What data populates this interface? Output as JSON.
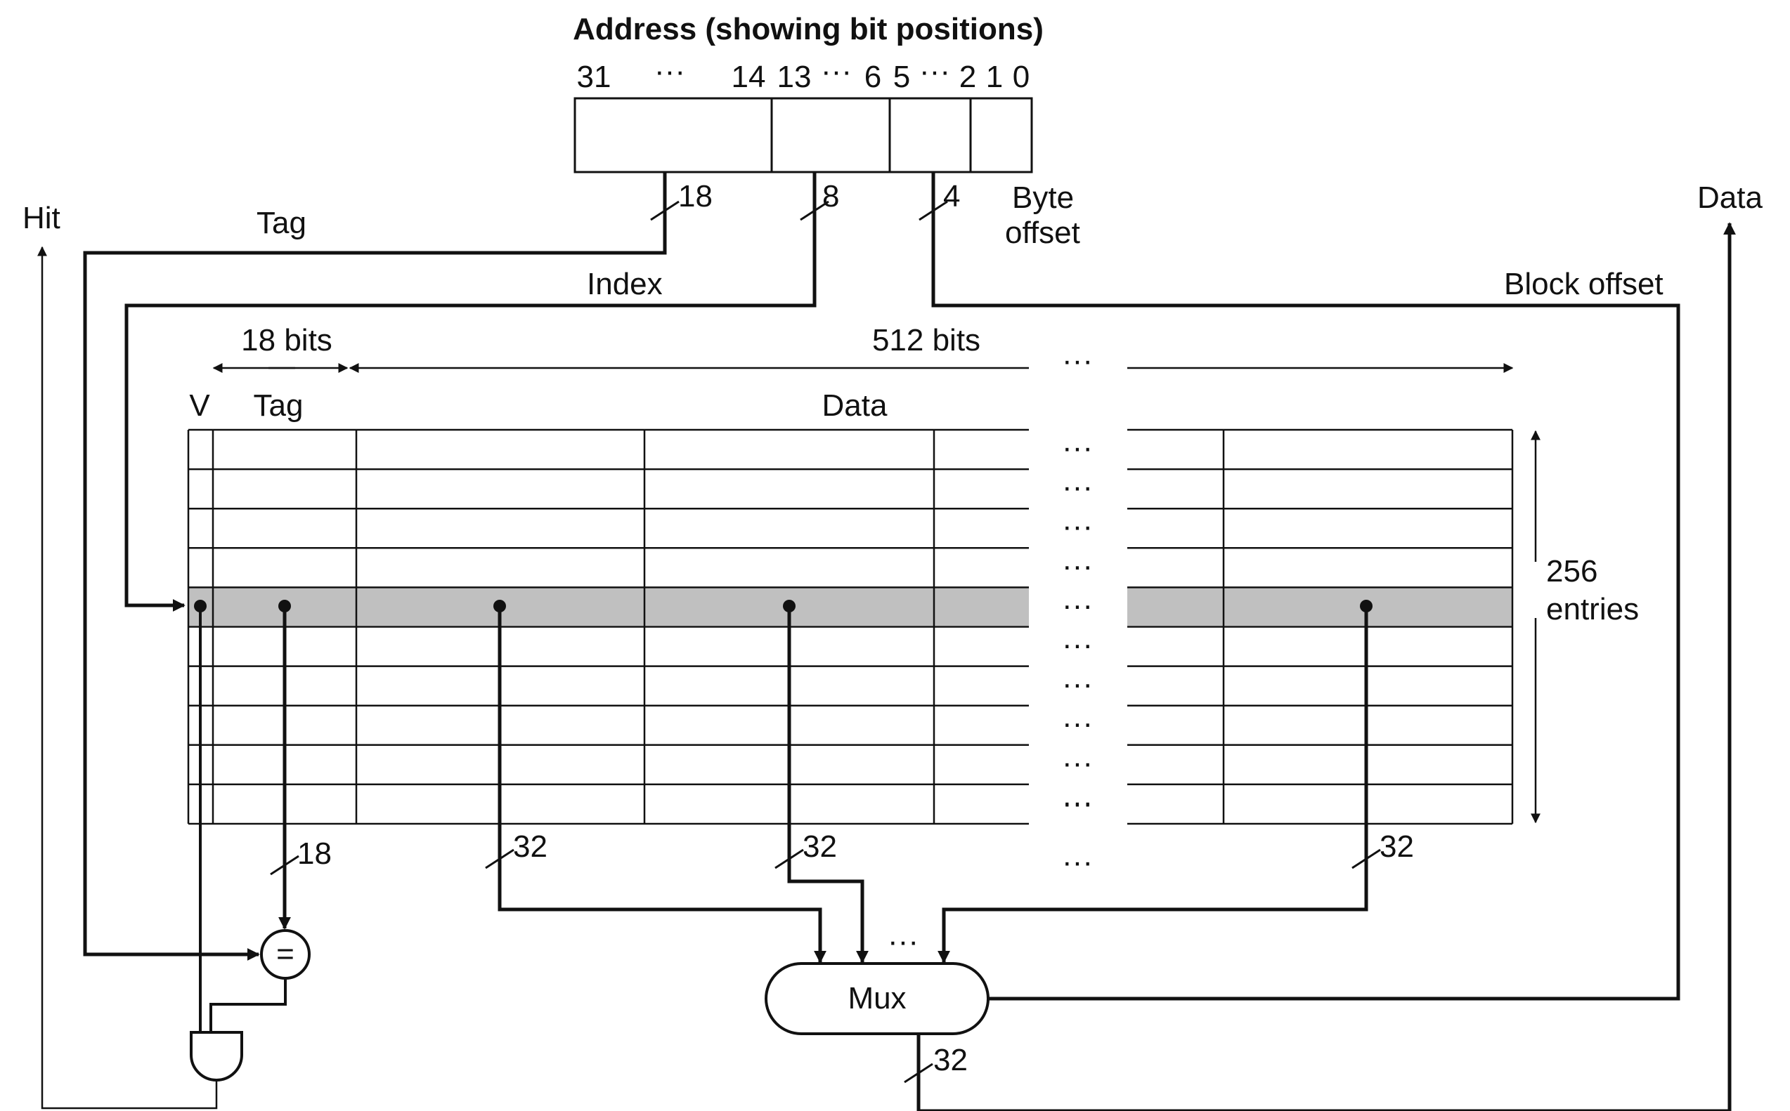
{
  "title": "Address (showing bit positions)",
  "address_bits": {
    "b31": "31",
    "dots1": "···",
    "b14": "14",
    "b13": "13",
    "dots2": "···",
    "b6": "6",
    "b5": "5",
    "dots3": "···",
    "b2": "2",
    "b1": "1",
    "b0": "0"
  },
  "field_widths": {
    "tag": "18",
    "index": "8",
    "block": "4"
  },
  "labels": {
    "hit": "Hit",
    "tag": "Tag",
    "index": "Index",
    "byte_offset_1": "Byte",
    "byte_offset_2": "offset",
    "data_out": "Data",
    "block_offset": "Block offset",
    "tag_width": "18 bits",
    "data_width": "512 bits",
    "col_v": "V",
    "col_tag": "Tag",
    "col_data": "Data",
    "entries_1": "256",
    "entries_2": "entries",
    "ellipsis": "···",
    "cmp_width": "18",
    "word_width_1": "32",
    "word_width_2": "32",
    "word_width_3": "32",
    "mux_out_width": "32",
    "equals": "=",
    "mux": "Mux"
  },
  "cache": {
    "entries": 256,
    "tag_bits": 18,
    "data_bits": 512,
    "word_bits": 32
  }
}
